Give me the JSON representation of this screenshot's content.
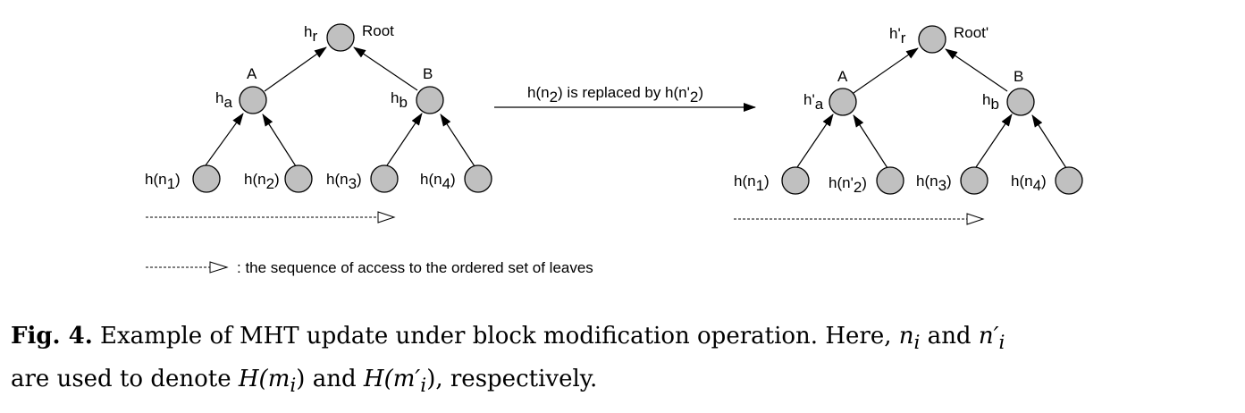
{
  "diagram": {
    "before": {
      "root": {
        "name": "Root",
        "hash": "h",
        "hash_sub": "r"
      },
      "a": {
        "name": "A",
        "hash": "h",
        "hash_sub": "a"
      },
      "b": {
        "name": "B",
        "hash": "h",
        "hash_sub": "b"
      },
      "leaves": [
        {
          "pre": "h(n",
          "sub": "1",
          "post": ")"
        },
        {
          "pre": "h(n",
          "sub": "2",
          "post": ")"
        },
        {
          "pre": "h(n",
          "sub": "3",
          "post": ")"
        },
        {
          "pre": "h(n",
          "sub": "4",
          "post": ")"
        }
      ]
    },
    "after": {
      "root": {
        "name": "Root'",
        "hash": "h'",
        "hash_sub": "r"
      },
      "a": {
        "name": "A",
        "hash": "h'",
        "hash_sub": "a"
      },
      "b": {
        "name": "B",
        "hash": "h",
        "hash_sub": "b"
      },
      "leaves": [
        {
          "pre": "h(n",
          "sub": "1",
          "post": ")"
        },
        {
          "pre": "h(n'",
          "sub": "2",
          "post": ")"
        },
        {
          "pre": "h(n",
          "sub": "3",
          "post": ")"
        },
        {
          "pre": "h(n",
          "sub": "4",
          "post": ")"
        }
      ]
    },
    "transition": {
      "p1": "h(n",
      "s1": "2",
      "p2": ") is replaced by h(n'",
      "s2": "2",
      "p3": ")"
    },
    "legend": ": the sequence of access to the ordered set of leaves"
  },
  "caption": {
    "label": "Fig. 4.",
    "text1": "Example of MHT update under block modification operation. Here, ",
    "n": "n",
    "i": "i",
    "and": " and ",
    "n_prime": "n′",
    "text2": "are used to denote ",
    "H1": "H",
    "m1": "(m",
    "close1": ")",
    "H2": "H",
    "m2": "(m′",
    "close2": "), respectively."
  }
}
